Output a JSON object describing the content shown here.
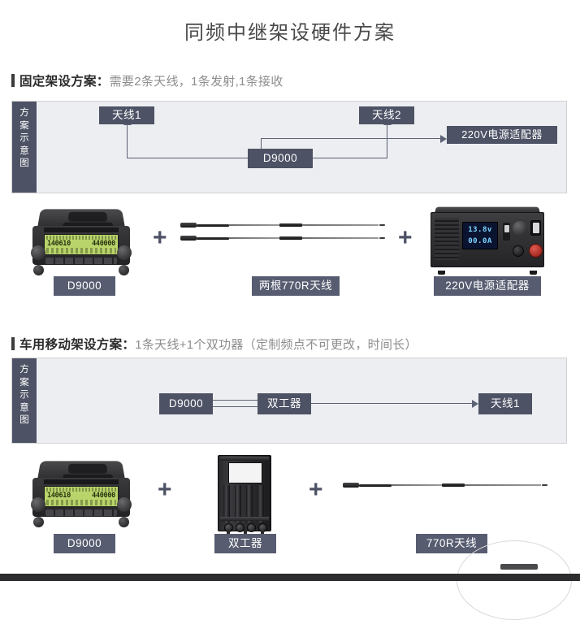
{
  "title": "同频中继架设硬件方案",
  "sections": [
    {
      "id": "fixed",
      "header_strong": "固定架设方案：",
      "header_rest": "需要2条天线，1条发射,1条接收",
      "side_label_chars": [
        "方",
        "案",
        "示",
        "意",
        "图"
      ],
      "diagram": {
        "nodes": [
          {
            "name": "antenna-1",
            "label": "天线1"
          },
          {
            "name": "antenna-2",
            "label": "天线2"
          },
          {
            "name": "power-adapter",
            "label": "220V电源适配器"
          },
          {
            "name": "radio",
            "label": "D9000"
          }
        ]
      },
      "products": [
        {
          "name": "radio",
          "caption": "D9000"
        },
        {
          "name": "antennas",
          "caption": "两根770R天线"
        },
        {
          "name": "power-supply",
          "caption": "220V电源适配器"
        }
      ],
      "separators": [
        "+",
        "+"
      ]
    },
    {
      "id": "mobile",
      "header_strong": "车用移动架设方案：",
      "header_rest": "1条天线+1个双功器（定制频点不可更改，时间长）",
      "side_label_chars": [
        "方",
        "案",
        "示",
        "意",
        "图"
      ],
      "diagram": {
        "nodes": [
          {
            "name": "radio",
            "label": "D9000"
          },
          {
            "name": "duplexer",
            "label": "双工器"
          },
          {
            "name": "antenna-1",
            "label": "天线1"
          }
        ]
      },
      "products": [
        {
          "name": "radio",
          "caption": "D9000"
        },
        {
          "name": "duplexer",
          "caption": "双工器"
        },
        {
          "name": "antenna",
          "caption": "770R天线"
        }
      ],
      "separators": [
        "+",
        "+"
      ]
    }
  ],
  "device_readouts": {
    "radio_freq_left": "140610",
    "radio_freq_right": "440000",
    "psu_voltage": "13.8v",
    "psu_current": "00.0A"
  },
  "colors": {
    "node_fill": "#4d5265",
    "caption_fill": "#575c70",
    "panel_bg": "#eceef1",
    "panel_border": "#d2d2d2",
    "connector": "#5d6275",
    "header_strong": "#2b2b2b",
    "header_rest": "#8d8d8d",
    "title": "#4a4a4a"
  }
}
